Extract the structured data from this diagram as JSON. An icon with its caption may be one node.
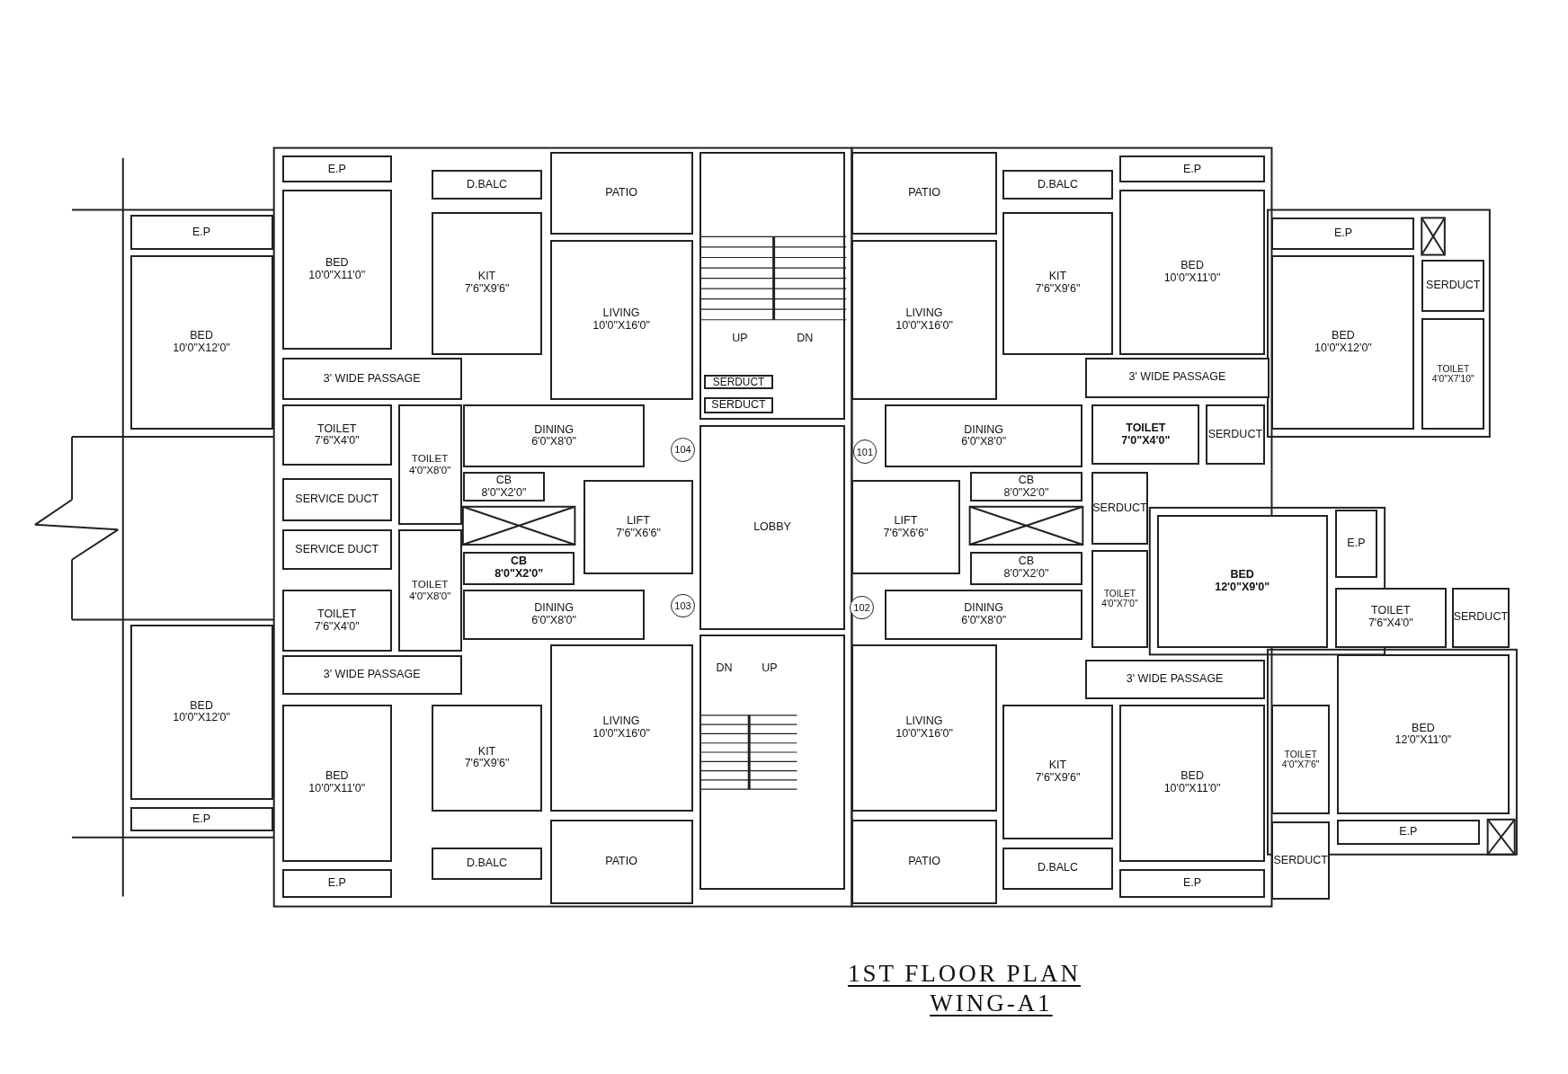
{
  "diagram": {
    "title": "1ST FLOOR PLAN",
    "nodes": [
      {
        "text": [
          "E.P"
        ]
      },
      {
        "text": [
          "D.BALC"
        ]
      },
      {
        "text": [
          "PATIO"
        ]
      },
      {
        "text": [
          "UP",
          "DN"
        ]
      },
      {
        "text": [
          "SERDUCT"
        ],
        "in": 3
      },
      {
        "text": [
          "SERDUCT"
        ],
        "in": 3
      },
      {
        "text": [
          "PATIO"
        ]
      },
      {
        "text": [
          "D.BALC"
        ]
      },
      {
        "text": [
          "E.P"
        ]
      },
      {
        "text": [
          "E.P"
        ]
      },
      {
        "text": [
          "BED",
          "10'0\"X11'0\""
        ]
      },
      {
        "text": [
          "KIT",
          "7'6\"X9'6\""
        ]
      },
      {
        "text": [
          "LIVING",
          "10'0\"X16'0\""
        ]
      },
      {
        "text": [
          "LIVING",
          "10'0\"X16'0\""
        ]
      },
      {
        "text": [
          "KIT",
          "7'6\"X9'6\""
        ]
      },
      {
        "text": [
          "BED",
          "10'0\"X11'0\""
        ]
      },
      {
        "text": [
          "E.P"
        ]
      },
      {
        "text": [
          "BED",
          "10'0\"X12'0\""
        ]
      },
      {
        "text": [
          "BED",
          "10'0\"X12'0\""
        ]
      },
      {
        "text": [
          "SERDUCT"
        ]
      },
      {
        "text": [
          "TOILET",
          "4'0\"X7'10\""
        ]
      },
      {
        "text": [
          "3' WIDE PASSAGE"
        ]
      },
      {
        "text": [
          "3' WIDE PASSAGE"
        ]
      },
      {
        "text": [
          "TOILET",
          "7'6\"X4'0\""
        ]
      },
      {
        "text": [
          "TOILET",
          "4'0\"X8'0\""
        ]
      },
      {
        "text": [
          "DINING",
          "6'0\"X8'0\""
        ]
      },
      {
        "text": [
          "104"
        ]
      },
      {
        "text": [
          "LOBBY"
        ]
      },
      {
        "text": [
          "101"
        ]
      },
      {
        "text": [
          "DINING",
          "6'0\"X8'0\""
        ]
      },
      {
        "text": [
          "TOILET",
          "7'0\"X4'0\""
        ]
      },
      {
        "text": [
          "SERDUCT"
        ]
      },
      {
        "text": [
          "SERVICE DUCT"
        ]
      },
      {
        "text": [
          "CB",
          "8'0\"X2'0\""
        ]
      },
      {
        "text": [
          "LIFT",
          "7'6\"X6'6\""
        ]
      },
      {
        "text": [
          "LIFT",
          "7'6\"X6'6\""
        ]
      },
      {
        "text": [
          "CB",
          "8'0\"X2'0\""
        ]
      },
      {
        "text": [
          "SERDUCT"
        ]
      },
      {
        "text": [
          "SERVICE DUCT"
        ]
      },
      {
        "text": [
          "TOILET",
          "4'0\"X8'0\""
        ]
      },
      {
        "text": [
          "CB",
          "8'0\"X2'0\""
        ]
      },
      {
        "text": [
          "CB",
          "8'0\"X2'0\""
        ]
      },
      {
        "text": [
          "TOILET",
          "4'0\"X7'0\""
        ]
      },
      {
        "text": [
          "BED",
          "12'0\"X9'0\""
        ]
      },
      {
        "text": [
          "E.P"
        ]
      },
      {
        "text": [
          "TOILET",
          "7'6\"X4'0\""
        ]
      },
      {
        "text": [
          "DINING",
          "6'0\"X8'0\""
        ]
      },
      {
        "text": [
          "103"
        ]
      },
      {
        "text": [
          "102"
        ]
      },
      {
        "text": [
          "DINING",
          "6'0\"X8'0\""
        ]
      },
      {
        "text": [
          "TOILET",
          "7'6\"X4'0\""
        ]
      },
      {
        "text": [
          "SERDUCT"
        ]
      },
      {
        "text": [
          "BED",
          "10'0\"X12'0\""
        ]
      },
      {
        "text": [
          "3' WIDE PASSAGE"
        ]
      },
      {
        "text": [
          "3' WIDE PASSAGE"
        ]
      },
      {
        "text": [
          "BED",
          "12'0\"X11'0\""
        ]
      },
      {
        "text": [
          "LIVING",
          "10'0\"X16'0\""
        ]
      },
      {
        "text": [
          "DN",
          "UP"
        ]
      },
      {
        "text": [
          "LIVING",
          "10'0\"X16'0\""
        ]
      },
      {
        "text": [
          "BED",
          "10'0\"X11'0\""
        ]
      },
      {
        "text": [
          "KIT",
          "7'6\"X9'6\""
        ]
      },
      {
        "text": [
          "KIT",
          "7'6\"X9'6\""
        ]
      },
      {
        "text": [
          "BED",
          "10'0\"X11'0\""
        ]
      },
      {
        "text": [
          "TOILET",
          "4'0\"X7'6\""
        ]
      },
      {
        "text": [
          "E.P"
        ]
      },
      {
        "text": [
          "E.P"
        ]
      },
      {
        "text": [
          "PATIO"
        ]
      },
      {
        "text": [
          "PATIO"
        ]
      },
      {
        "text": [
          "SERDUCT"
        ]
      },
      {
        "text": [
          "D.BALC"
        ]
      },
      {
        "text": [
          "D.BALC"
        ]
      },
      {
        "text": [
          "E.P"
        ]
      },
      {
        "text": [
          "E.P"
        ]
      }
    ],
    "labels": [
      "WING-A1"
    ]
  }
}
